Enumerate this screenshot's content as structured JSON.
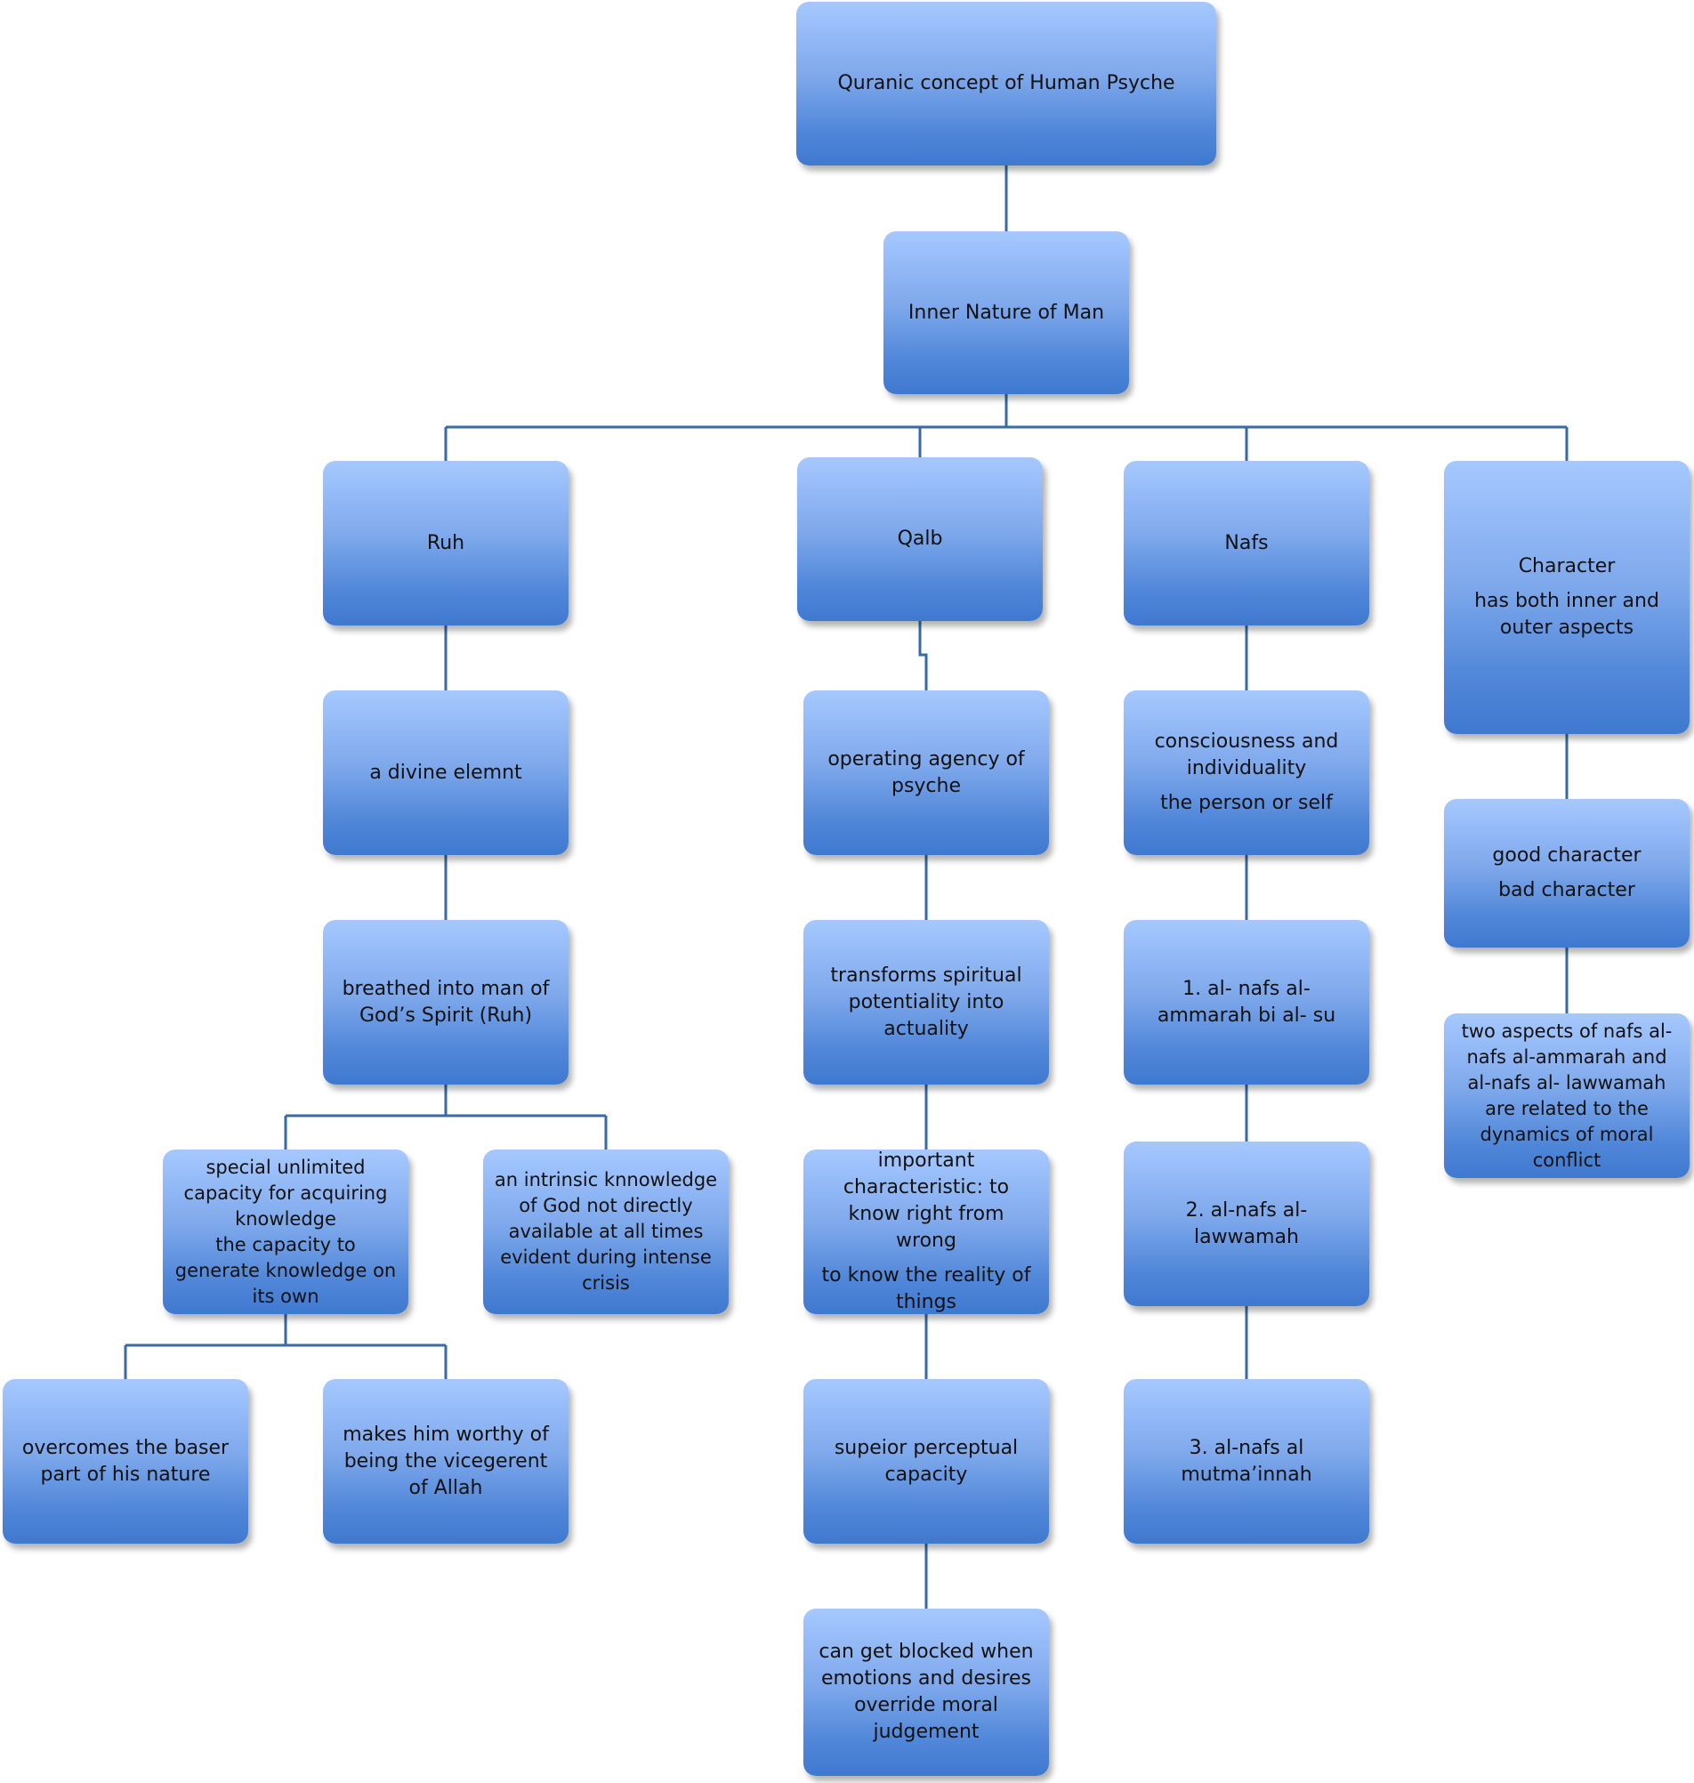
{
  "nodes": {
    "root": [
      "Quranic concept of Human Psyche"
    ],
    "inner_nature": [
      "Inner Nature of Man"
    ],
    "ruh": [
      "Ruh"
    ],
    "qalb": [
      "Qalb"
    ],
    "nafs": [
      "Nafs"
    ],
    "character": [
      "Character",
      "has both inner and outer aspects"
    ],
    "divine_element": [
      "a divine elemnt"
    ],
    "breathed": [
      "breathed into man of God’s Spirit (Ruh)"
    ],
    "capacity_knowledge": [
      "special unlimited capacity for acquiring knowledge",
      "the capacity to generate knowledge on its own"
    ],
    "intrinsic_knowledge": [
      "an intrinsic knnowledge of God not directly available at all times",
      "evident during intense crisis"
    ],
    "overcomes": [
      "overcomes the baser part of his nature"
    ],
    "vicegerent": [
      "makes him worthy of being the vicegerent of Allah"
    ],
    "operating_agency": [
      "operating agency of psyche"
    ],
    "transforms": [
      "transforms spiritual potentiality into actuality"
    ],
    "important_characteristic": [
      "important characteristic: to know right from wrong",
      "to know the reality of things"
    ],
    "superior_perceptual": [
      "supeior perceptual capacity"
    ],
    "blocked": [
      "can get blocked when emotions and desires override moral judgement"
    ],
    "consciousness": [
      "consciousness and individuality",
      "the person or self"
    ],
    "nafs_ammarah": [
      "1. al- nafs al- ammarah bi al- su"
    ],
    "nafs_lawwamah": [
      "2. al-nafs al- lawwamah"
    ],
    "nafs_mutmainnah": [
      "3. al-nafs al mutma’innah"
    ],
    "good_bad_character": [
      "good character",
      "bad character"
    ],
    "two_aspects": [
      "two aspects of nafs al-nafs al-ammarah and al-nafs al- lawwamah are related to the dynamics of moral conflict"
    ]
  },
  "colors": {
    "node_top": "#a6c8ff",
    "node_bottom": "#3f79cf",
    "connector": "#3a6aa6",
    "text": "#111111"
  }
}
